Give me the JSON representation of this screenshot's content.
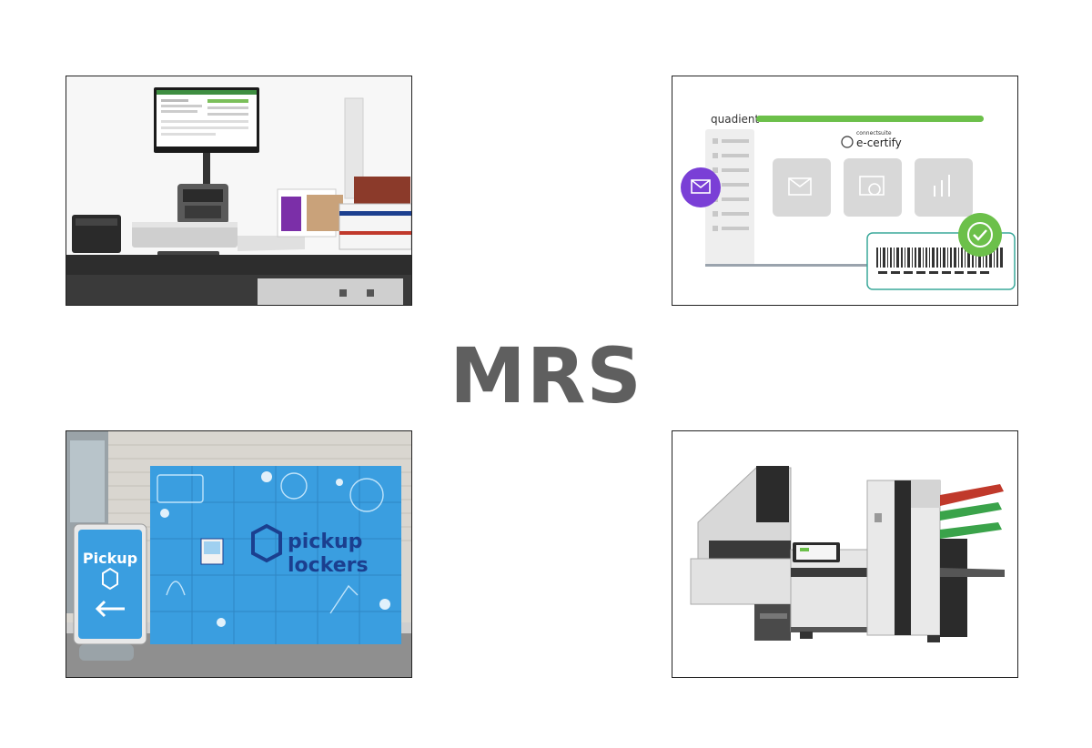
{
  "title": "MRS",
  "panels": {
    "ecertify": {
      "brand": "quadient",
      "product_small": "connectsuite",
      "product": "e-certify"
    },
    "lockers": {
      "sign_text": "Pickup",
      "locker_line1": "pickup",
      "locker_line2": "lockers"
    }
  },
  "colors": {
    "title_text": "#5f5f5f",
    "quadient_green": "#6cc04a",
    "mail_purple": "#7a3fd6",
    "locker_blue": "#3a9ee0",
    "locker_dark": "#1b3f8f"
  }
}
